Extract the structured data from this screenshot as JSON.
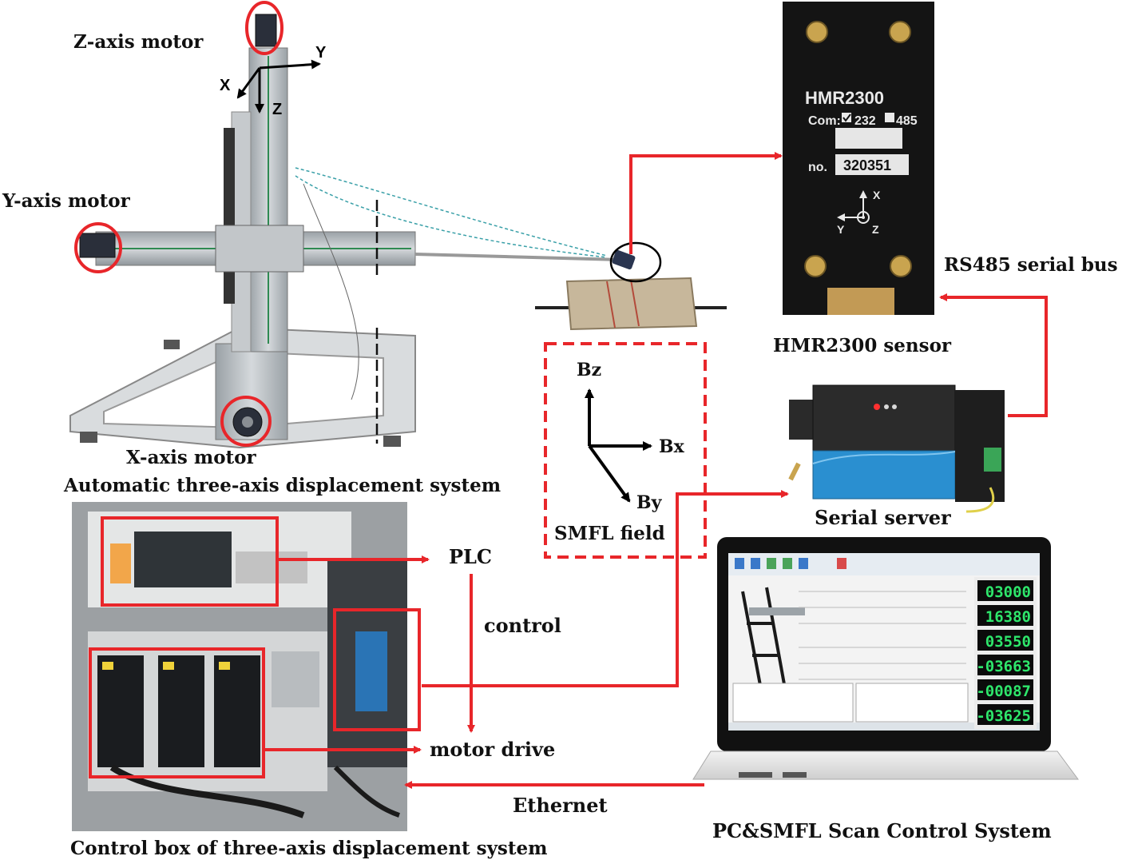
{
  "labels": {
    "z_motor": "Z-axis motor",
    "y_motor": "Y-axis motor",
    "x_motor": "X-axis motor",
    "displacement_system": "Automatic three-axis displacement system",
    "control_box": "Control box of three-axis displacement system",
    "plc": "PLC",
    "control": "control",
    "motor_drive": "motor drive",
    "ethernet": "Ethernet",
    "pc_system": "PC&SMFL Scan Control System",
    "serial_server": "Serial server",
    "rs485": "RS485 serial bus",
    "hmr_sensor": "HMR2300 sensor",
    "smfl_field": "SMFL field",
    "bz": "Bz",
    "bx": "Bx",
    "by": "By",
    "axis_x": "X",
    "axis_y": "Y",
    "axis_z": "Z"
  },
  "sensor": {
    "model": "HMR2300",
    "com": "Com:",
    "com_232": "232",
    "com_485": "485",
    "no_label": "no.",
    "serial_no": "320351",
    "x": "X",
    "y": "Y",
    "z": "Z"
  },
  "screen": {
    "readouts": [
      "03000",
      "16380",
      "03550",
      "-03663",
      "-00087",
      "-03625"
    ]
  },
  "colors": {
    "accent_red": "#e8262a",
    "frame_metal": "#b9bfc3",
    "sensor_body": "#151515",
    "server_blue": "#2a8fd0",
    "lcd_green": "#2ee66b"
  }
}
